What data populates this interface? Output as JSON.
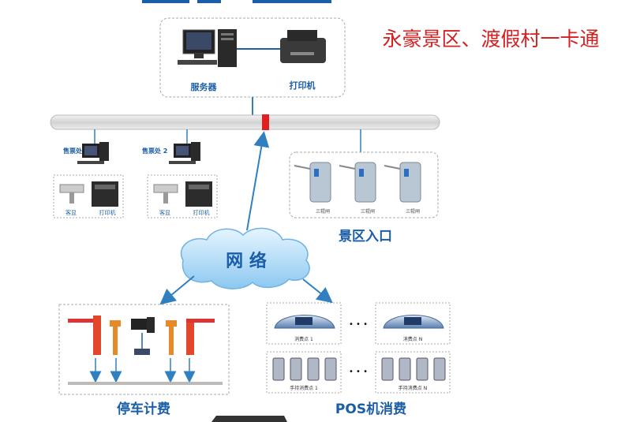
{
  "title": "永豪景区、渡假村一卡通",
  "server": {
    "label": "服务器"
  },
  "printer": {
    "label": "打印机"
  },
  "ticket_office_1": {
    "label": "售票处 1",
    "display_label": "客显",
    "printer_label": "打印机"
  },
  "ticket_office_2": {
    "label": "售票处 2",
    "display_label": "客显",
    "printer_label": "打印机"
  },
  "gates": {
    "items": [
      "三辊闸",
      "三辊闸",
      "三辊闸"
    ],
    "heading": "景区入口"
  },
  "network": {
    "label": "网  络"
  },
  "parking": {
    "heading": "停车计费"
  },
  "pos": {
    "heading": "POS机消费",
    "terminal_1": "消费点 1",
    "terminal_n": "消费点 N",
    "handheld_1": "手持消费点 1",
    "handheld_n": "手持消费点 N",
    "ellipsis": "• • •"
  },
  "colors": {
    "accent": "#1a5ea8",
    "network_line": "#cfcfcf",
    "arrow": "#2f7fc1",
    "title_red": "#d42020"
  }
}
